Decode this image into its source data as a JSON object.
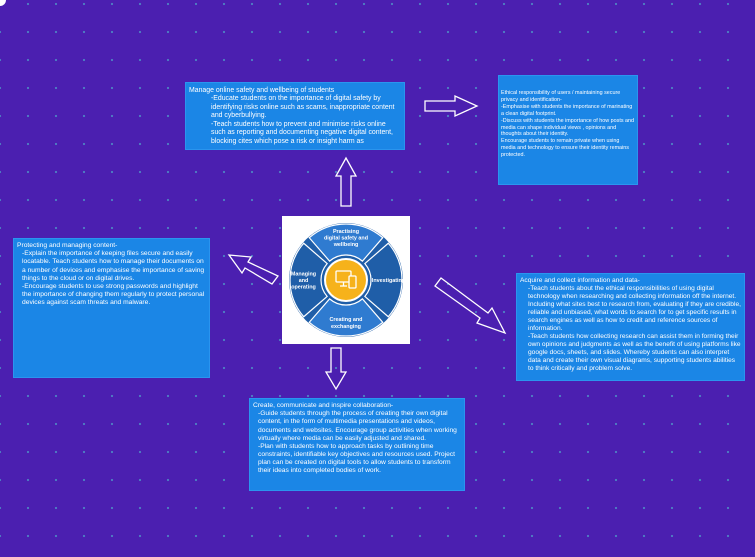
{
  "colors": {
    "background": "#4b1fb0",
    "box": "#1b86e6",
    "wheel_dark": "#1f5ea8",
    "wheel_light": "#2f7bd0",
    "center_icon": "#f6b21b"
  },
  "center": {
    "segments": [
      [
        "Practising",
        "digital safety and",
        "wellbeing"
      ],
      [
        "Investigating"
      ],
      [
        "Creating and",
        "exchanging"
      ],
      [
        "Managing",
        "and",
        "operating"
      ]
    ],
    "icon": "devices-icon"
  },
  "boxes": {
    "top": {
      "title": "Manage online safety and wellbeing of students",
      "body": "-Educate students on the importance of digital safety by identifying risks online such as scams, inappropriate content and cyberbullying.\n-Teach students how to prevent and minimise risks online such as reporting and documenting negative digital content, blocking cites which pose a risk or insight harm as"
    },
    "top_right": {
      "title": "Ethical responsibility of users / maintaining secure privacy and identification-",
      "body": "-Emphasise with students the importance of marinating a clean digital footprint.\n-Discuss with students the importance of how posts and media can shape individual views , opinions and thoughts about their identity.\nEncourage students to remain private when using media and technology to ensure their identity remains protected."
    },
    "left": {
      "title": "Protecting and managing content-",
      "body": "-Explain the importance of keeping files secure and easily locatable. Teach students how to manage their documents on a number of devices and emphasise the importance of saving things to the cloud or on digital drives.\n-Encourage students to use strong passwords and highlight the importance of changing them regularly to protect personal devices against scam threats and malware."
    },
    "right": {
      "title": "Acquire and collect information and data-",
      "body": "-Teach students about the ethical responsibilities of using digital technology when researching and collecting information off the internet. Including what sites best to research from, evaluating if they are credible, reliable and unbiased, what words to search for to get specific results in search engines as well as how to credit and reference sources of information.\n-Teach students how collecting research can assist them in forming their own opinions and judgments as well as the benefit of using platforms like google docs, sheets, and slides. Whereby students can also interpret data and create their own visual diagrams, supporting students abilities to think critically and problem solve."
    },
    "bottom": {
      "title": "Create, communicate and inspire collaboration-",
      "body": "-Guide students through the process of creating their own digital content, in the form of multimedia presentations and videos, documents and websites. Encourage group activities when working virtually where media can be easily adjusted and shared.\n-Plan with students how to approach tasks by outlining time constraints, identifiable key objectives and resources used. Project plan can be created on digital tools to allow students to transform their ideas into completed bodies of work."
    }
  }
}
